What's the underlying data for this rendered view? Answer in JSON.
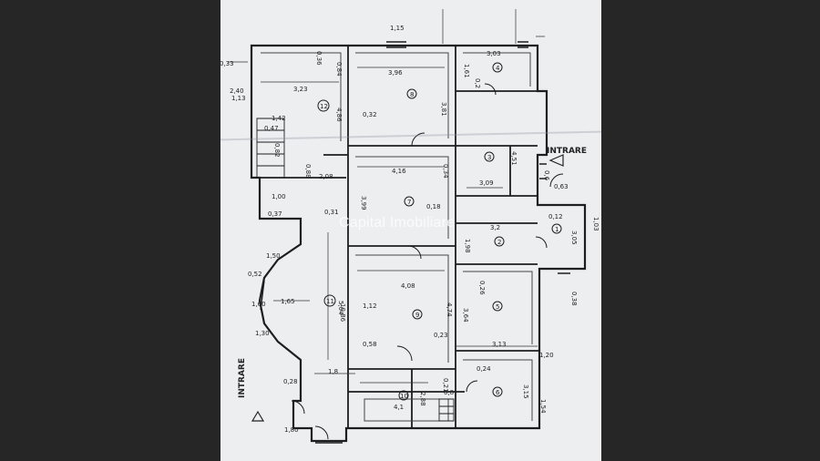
{
  "watermark": "Capital Imobiliare",
  "entrances": [
    "INTRARE",
    "INTRARE"
  ],
  "rooms": [
    {
      "id": "1",
      "label": "1"
    },
    {
      "id": "2",
      "label": "2"
    },
    {
      "id": "3",
      "label": "3"
    },
    {
      "id": "4",
      "label": "4"
    },
    {
      "id": "5",
      "label": "5"
    },
    {
      "id": "6",
      "label": "6"
    },
    {
      "id": "7",
      "label": "7"
    },
    {
      "id": "8",
      "label": "8"
    },
    {
      "id": "9",
      "label": "9"
    },
    {
      "id": "10",
      "label": "10"
    },
    {
      "id": "11",
      "label": "11"
    },
    {
      "id": "12",
      "label": "12"
    }
  ],
  "dimensions": [
    "3,96",
    "3,81",
    "4,16",
    "3,99",
    "4,08",
    "4,74",
    "5,04",
    "1,65",
    "10,86",
    "4,86",
    "3,23",
    "3,09",
    "3,64",
    "3,05",
    "4,51",
    "3,13",
    "3,15",
    "2,88",
    "4,1",
    "1,8",
    "0,84",
    "0,36",
    "0,32",
    "0,33",
    "1,15",
    "0,24",
    "0,31",
    "0,37",
    "1,42",
    "0,47",
    "0,82",
    "0,88",
    "2,08",
    "0,12",
    "3,2",
    "1,98",
    "1,12",
    "0,23",
    "0,21",
    "0,8",
    "0,18",
    "0,34",
    "0,2",
    "3,03",
    "1,61",
    "1,03",
    "2,40",
    "1,13",
    "0,63",
    "0,38",
    "0,58",
    "0,26",
    "0,28",
    "0,52",
    "0,6",
    "1,00",
    "1,50",
    "1,60",
    "1,30",
    "1,80",
    "1,20",
    "1,54"
  ]
}
